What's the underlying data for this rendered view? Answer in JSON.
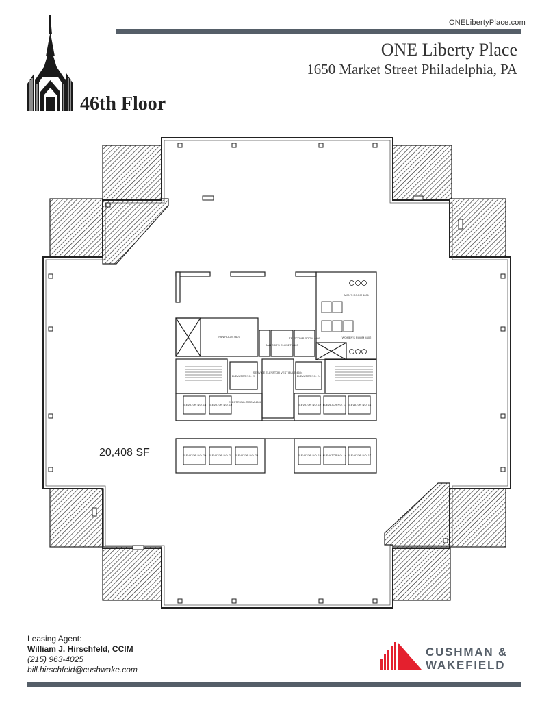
{
  "header": {
    "site_url": "ONELibertyPlace.com",
    "building_name": "ONE Liberty Place",
    "address": "1650 Market Street Philadelphia, PA",
    "floor_title": "46th Floor"
  },
  "plan": {
    "area_label": "20,408 SF",
    "rooms": {
      "fan_room": "FAN ROOM 4607",
      "janitor": "JANITOR'S CLOSET 4603",
      "telecom": "TELECOMP ROOM 4605",
      "service_vestibule": "SERVICE ELEVATOR VESTIBULE 4604",
      "electrical": "ELECTRICAL ROOM 4606",
      "mens_room": "MEN'S ROOM 4601",
      "womens_room": "WOMEN'S ROOM 4602"
    },
    "elevators": {
      "e23": "ELEVATOR NO. 23",
      "e24": "ELEVATOR NO. 24",
      "e18": "ELEVATOR NO. 18",
      "e19": "ELEVATOR NO. 19",
      "e12": "ELEVATOR NO. 12",
      "e13": "ELEVATOR NO. 13",
      "e14": "ELEVATOR NO. 14",
      "e20": "ELEVATOR NO. 20",
      "e21": "ELEVATOR NO. 21",
      "e22": "ELEVATOR NO. 22",
      "e15": "ELEVATOR NO. 15",
      "e16": "ELEVATOR NO. 16",
      "e17": "ELEVATOR NO. 17"
    }
  },
  "footer": {
    "agent_title": "Leasing Agent:",
    "agent_name": "William J. Hirschfeld, CCIM",
    "agent_phone": "(215) 963-4025",
    "agent_email": "bill.hirschfeld@cushwake.com",
    "brand_line1": "CUSHMAN &",
    "brand_line2": "WAKEFIELD"
  },
  "colors": {
    "bar": "#555e68",
    "brand_red": "#e4202e",
    "brand_gray": "#555e68"
  },
  "icons": {
    "building_logo": "one-liberty-place-tower-icon",
    "brand_logo": "cushman-wakefield-skyline-icon"
  }
}
